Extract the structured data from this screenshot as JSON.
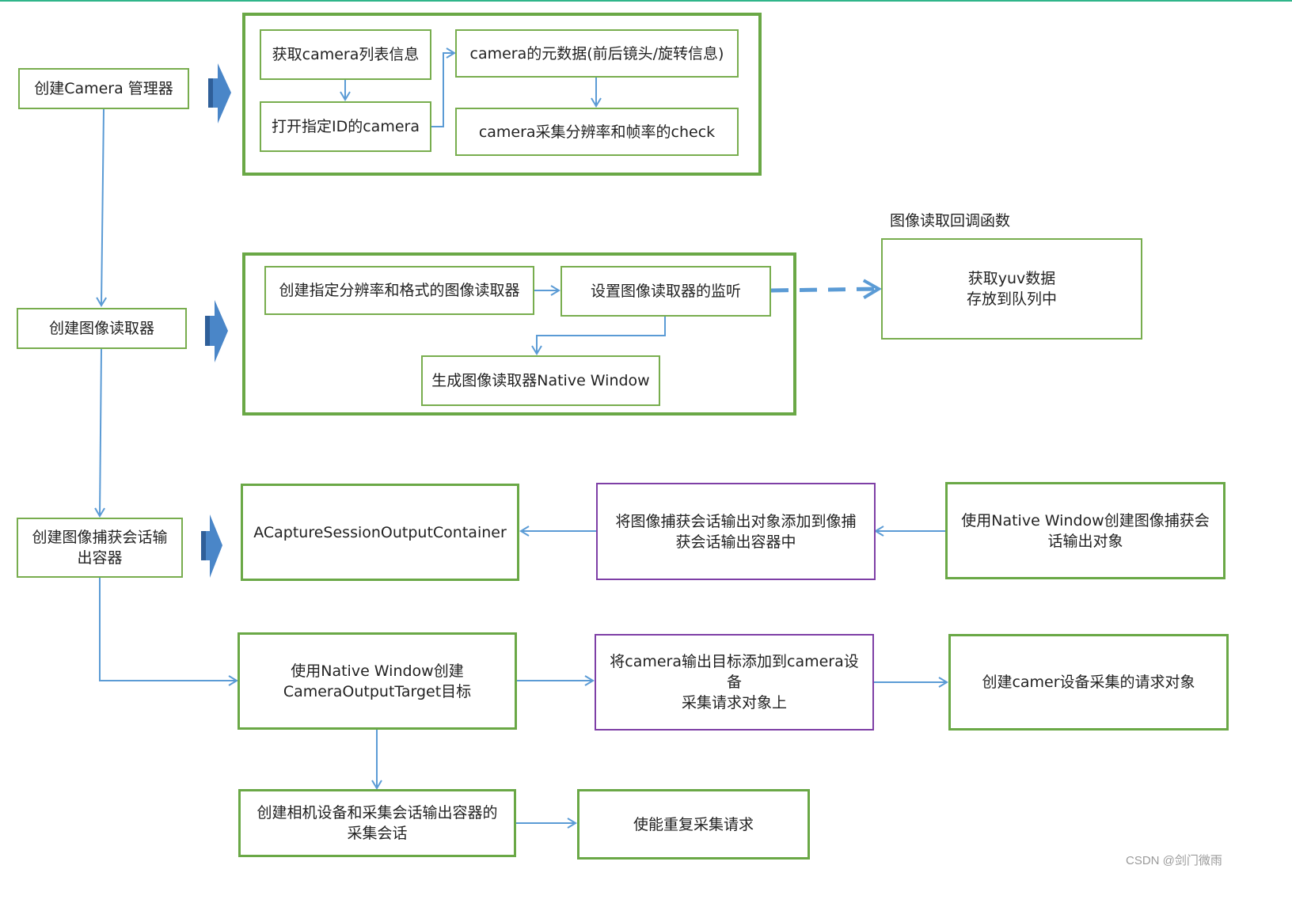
{
  "nodes": {
    "create_manager": "创建Camera 管理器",
    "get_camera_list": "获取camera列表信息",
    "camera_metadata": "camera的元数据(前后镜头/旋转信息)",
    "open_camera": "打开指定ID的camera",
    "check_resolution": "camera采集分辨率和帧率的check",
    "create_reader": "创建图像读取器",
    "create_reader_fmt": "创建指定分辨率和格式的图像读取器",
    "set_listener": "设置图像读取器的监听",
    "gen_native_window": "生成图像读取器Native Window",
    "callback_label": "图像读取回调函数",
    "get_yuv": "获取yuv数据\n存放到队列中",
    "create_output_container": "创建图像捕获会话输\n出容器",
    "acapture_container": "ACaptureSessionOutputContainer",
    "add_output_to_container": "将图像捕获会话输出对象添加到像捕\n获会话输出容器中",
    "create_session_output": "使用Native Window创建图像捕获会\n话输出对象",
    "create_output_target": "使用Native Window创建\nCameraOutputTarget目标",
    "add_target_to_request": "将camera输出目标添加到camera设备\n采集请求对象上",
    "create_request": "创建camer设备采集的请求对象",
    "create_session": "创建相机设备和采集会话输出容器的\n采集会话",
    "repeat_request": "使能重复采集请求"
  },
  "watermark": "CSDN @剑门微雨",
  "colors": {
    "green_border": "#6aa846",
    "purple_border": "#7e3fa6",
    "connector_blue": "#5b9bd5",
    "block_arrow": "#4a86c8"
  }
}
